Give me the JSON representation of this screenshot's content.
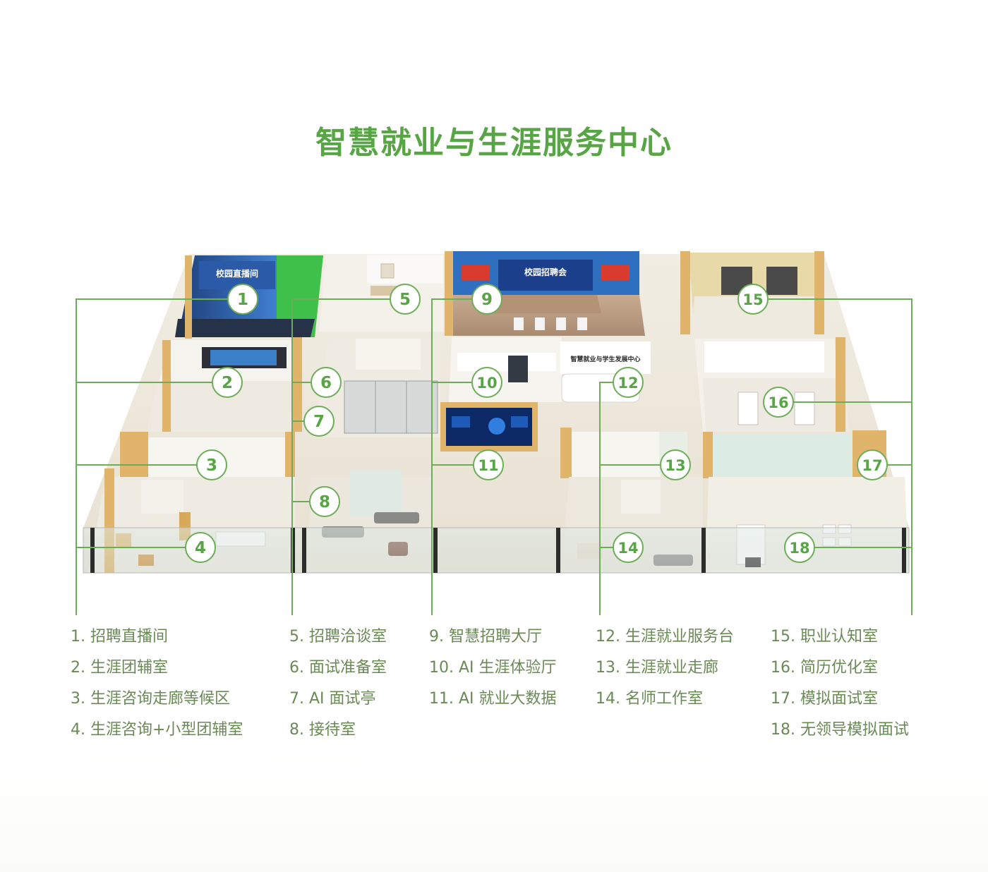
{
  "page": {
    "title": "智慧就业与生涯服务中心"
  },
  "signs": {
    "hall_screen": "校园招聘会",
    "counter_sign": "智慧就业与学生发展中心",
    "studio_sign": "校园直播间"
  },
  "markers": [
    "1",
    "2",
    "3",
    "4",
    "5",
    "6",
    "7",
    "8",
    "9",
    "10",
    "11",
    "12",
    "13",
    "14",
    "15",
    "16",
    "17",
    "18"
  ],
  "legend": {
    "col1": [
      "1. 招聘直播间",
      "2. 生涯团辅室",
      "3. 生涯咨询走廊等候区",
      "4. 生涯咨询+小型团辅室"
    ],
    "col2": [
      "5. 招聘洽谈室",
      "6. 面试准备室",
      "7. AI 面试亭",
      "8. 接待室"
    ],
    "col3": [
      "9. 智慧招聘大厅",
      "10. AI 生涯体验厅",
      "11. AI 就业大数据"
    ],
    "col4": [
      "12. 生涯就业服务台",
      "13. 生涯就业走廊",
      "14. 名师工作室"
    ],
    "col5": [
      "15. 职业认知室",
      "16. 简历优化室",
      "17. 模拟面试室",
      "18. 无领导模拟面试"
    ]
  },
  "colors": {
    "accent": "#57a545",
    "leader_line": "#6dad57",
    "legend_text": "#6a8a55",
    "floor": "#efe9dc",
    "wall": "#f6f4ef",
    "wood": "#e0b46a",
    "hall_floor": "#b99c82",
    "hall_back": "#2e6fc0",
    "studio_green": "#3fc04a"
  }
}
